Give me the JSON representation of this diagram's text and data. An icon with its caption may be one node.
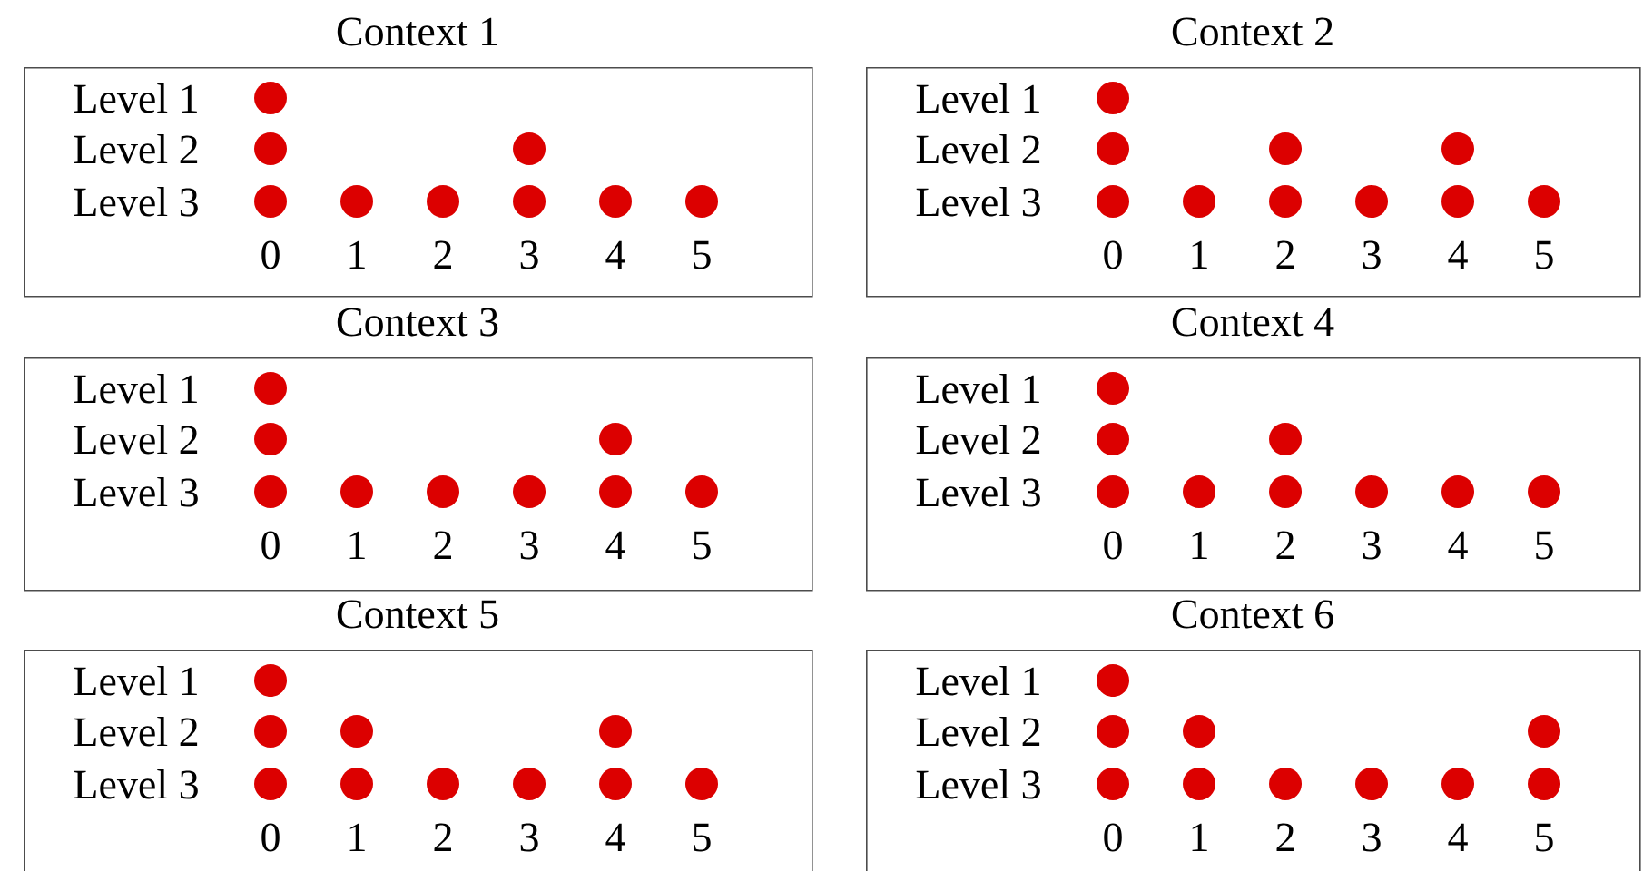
{
  "diagram": {
    "nodes": [
      {
        "text": [
          "Context 1",
          "Level 1",
          "Level 2",
          "Level 3",
          "0",
          "1",
          "2",
          "3",
          "4",
          "5"
        ]
      },
      {
        "text": [],
        "shape": "circle",
        "in": 0
      },
      {
        "text": [],
        "shape": "circle",
        "in": 0
      },
      {
        "text": [],
        "shape": "circle",
        "in": 0
      },
      {
        "text": [],
        "shape": "circle",
        "in": 0
      },
      {
        "text": [],
        "shape": "circle",
        "in": 0
      },
      {
        "text": [],
        "shape": "circle",
        "in": 0
      },
      {
        "text": [],
        "shape": "circle",
        "in": 0
      },
      {
        "text": [],
        "shape": "circle",
        "in": 0
      },
      {
        "text": [],
        "shape": "circle",
        "in": 0
      },
      {
        "text": [
          "Context 2",
          "Level 1",
          "Level 2",
          "Level 3",
          "0",
          "1",
          "2",
          "3",
          "4",
          "5"
        ]
      },
      {
        "text": [],
        "shape": "circle",
        "in": 10
      },
      {
        "text": [],
        "shape": "circle",
        "in": 10
      },
      {
        "text": [],
        "shape": "circle",
        "in": 10
      },
      {
        "text": [],
        "shape": "circle",
        "in": 10
      },
      {
        "text": [],
        "shape": "circle",
        "in": 10
      },
      {
        "text": [],
        "shape": "circle",
        "in": 10
      },
      {
        "text": [],
        "shape": "circle",
        "in": 10
      },
      {
        "text": [],
        "shape": "circle",
        "in": 10
      },
      {
        "text": [],
        "shape": "circle",
        "in": 10
      },
      {
        "text": [],
        "shape": "circle",
        "in": 10
      },
      {
        "text": [
          "Context 3",
          "Level 1",
          "Level 2",
          "Level 3",
          "0",
          "1",
          "2",
          "3",
          "4",
          "5"
        ]
      },
      {
        "text": [],
        "shape": "circle",
        "in": 21
      },
      {
        "text": [],
        "shape": "circle",
        "in": 21
      },
      {
        "text": [],
        "shape": "circle",
        "in": 21
      },
      {
        "text": [],
        "shape": "circle",
        "in": 21
      },
      {
        "text": [],
        "shape": "circle",
        "in": 21
      },
      {
        "text": [],
        "shape": "circle",
        "in": 21
      },
      {
        "text": [],
        "shape": "circle",
        "in": 21
      },
      {
        "text": [],
        "shape": "circle",
        "in": 21
      },
      {
        "text": [],
        "shape": "circle",
        "in": 21
      },
      {
        "text": [
          "Context 4",
          "Level 1",
          "Level 2",
          "Level 3",
          "0",
          "1",
          "2",
          "3",
          "4",
          "5"
        ]
      },
      {
        "text": [],
        "shape": "circle",
        "in": 31
      },
      {
        "text": [],
        "shape": "circle",
        "in": 31
      },
      {
        "text": [],
        "shape": "circle",
        "in": 31
      },
      {
        "text": [],
        "shape": "circle",
        "in": 31
      },
      {
        "text": [],
        "shape": "circle",
        "in": 31
      },
      {
        "text": [],
        "shape": "circle",
        "in": 31
      },
      {
        "text": [],
        "shape": "circle",
        "in": 31
      },
      {
        "text": [],
        "shape": "circle",
        "in": 31
      },
      {
        "text": [],
        "shape": "circle",
        "in": 31
      },
      {
        "text": [
          "Context 5",
          "Level 1",
          "Level 2",
          "Level 3",
          "0",
          "1",
          "2",
          "3",
          "4",
          "5"
        ]
      },
      {
        "text": [],
        "shape": "circle",
        "in": 41
      },
      {
        "text": [],
        "shape": "circle",
        "in": 41
      },
      {
        "text": [],
        "shape": "circle",
        "in": 41
      },
      {
        "text": [],
        "shape": "circle",
        "in": 41
      },
      {
        "text": [],
        "shape": "circle",
        "in": 41
      },
      {
        "text": [],
        "shape": "circle",
        "in": 41
      },
      {
        "text": [],
        "shape": "circle",
        "in": 41
      },
      {
        "text": [],
        "shape": "circle",
        "in": 41
      },
      {
        "text": [],
        "shape": "circle",
        "in": 41
      },
      {
        "text": [],
        "shape": "circle",
        "in": 41
      },
      {
        "text": [
          "Context 6",
          "Level 1",
          "Level 2",
          "Level 3",
          "0",
          "1",
          "2",
          "3",
          "4",
          "5"
        ]
      },
      {
        "text": [],
        "shape": "circle",
        "in": 52
      },
      {
        "text": [],
        "shape": "circle",
        "in": 52
      },
      {
        "text": [],
        "shape": "circle",
        "in": 52
      },
      {
        "text": [],
        "shape": "circle",
        "in": 52
      },
      {
        "text": [],
        "shape": "circle",
        "in": 52
      },
      {
        "text": [],
        "shape": "circle",
        "in": 52
      },
      {
        "text": [],
        "shape": "circle",
        "in": 52
      },
      {
        "text": [],
        "shape": "circle",
        "in": 52
      },
      {
        "text": [],
        "shape": "circle",
        "in": 52
      },
      {
        "text": [],
        "shape": "circle",
        "in": 52
      }
    ]
  }
}
